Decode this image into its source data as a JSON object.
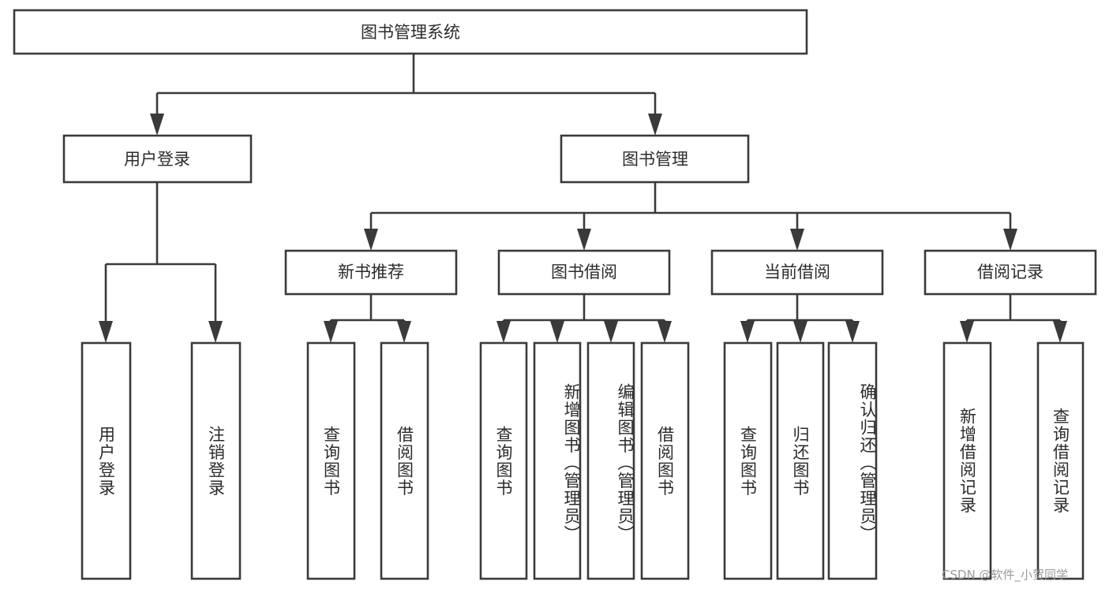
{
  "diagram": {
    "title": "图书管理系统",
    "type": "tree",
    "watermark": "CSDN @软件_小贺同学",
    "colors": {
      "stroke": "#3a3a3a",
      "box_fill": "#ffffff",
      "text": "#2b2b2b",
      "background": "#ffffff",
      "watermark": "#9a9a9a"
    },
    "root": {
      "label": "图书管理系统",
      "orientation": "horizontal"
    },
    "level2": [
      {
        "label": "用户登录",
        "orientation": "horizontal"
      },
      {
        "label": "图书管理",
        "orientation": "horizontal"
      }
    ],
    "level3": [
      {
        "label": "新书推荐",
        "orientation": "horizontal",
        "parent": "图书管理"
      },
      {
        "label": "图书借阅",
        "orientation": "horizontal",
        "parent": "图书管理"
      },
      {
        "label": "当前借阅",
        "orientation": "horizontal",
        "parent": "图书管理"
      },
      {
        "label": "借阅记录",
        "orientation": "horizontal",
        "parent": "图书管理"
      }
    ],
    "leaves": [
      {
        "label": "用户登录",
        "orientation": "vertical",
        "parent": "用户登录"
      },
      {
        "label": "注销登录",
        "orientation": "vertical",
        "parent": "用户登录"
      },
      {
        "label": "查询图书",
        "orientation": "vertical",
        "parent": "新书推荐"
      },
      {
        "label": "借阅图书",
        "orientation": "vertical",
        "parent": "新书推荐"
      },
      {
        "label": "查询图书",
        "orientation": "vertical",
        "parent": "图书借阅"
      },
      {
        "label": "新增图书（管理员）",
        "orientation": "vertical",
        "parent": "图书借阅"
      },
      {
        "label": "编辑图书（管理员）",
        "orientation": "vertical",
        "parent": "图书借阅"
      },
      {
        "label": "借阅图书",
        "orientation": "vertical",
        "parent": "图书借阅"
      },
      {
        "label": "查询图书",
        "orientation": "vertical",
        "parent": "当前借阅"
      },
      {
        "label": "归还图书",
        "orientation": "vertical",
        "parent": "当前借阅"
      },
      {
        "label": "确认归还（管理员）",
        "orientation": "vertical",
        "parent": "当前借阅"
      },
      {
        "label": "新增借阅记录",
        "orientation": "vertical",
        "parent": "借阅记录"
      },
      {
        "label": "查询借阅记录",
        "orientation": "vertical",
        "parent": "借阅记录"
      }
    ]
  }
}
